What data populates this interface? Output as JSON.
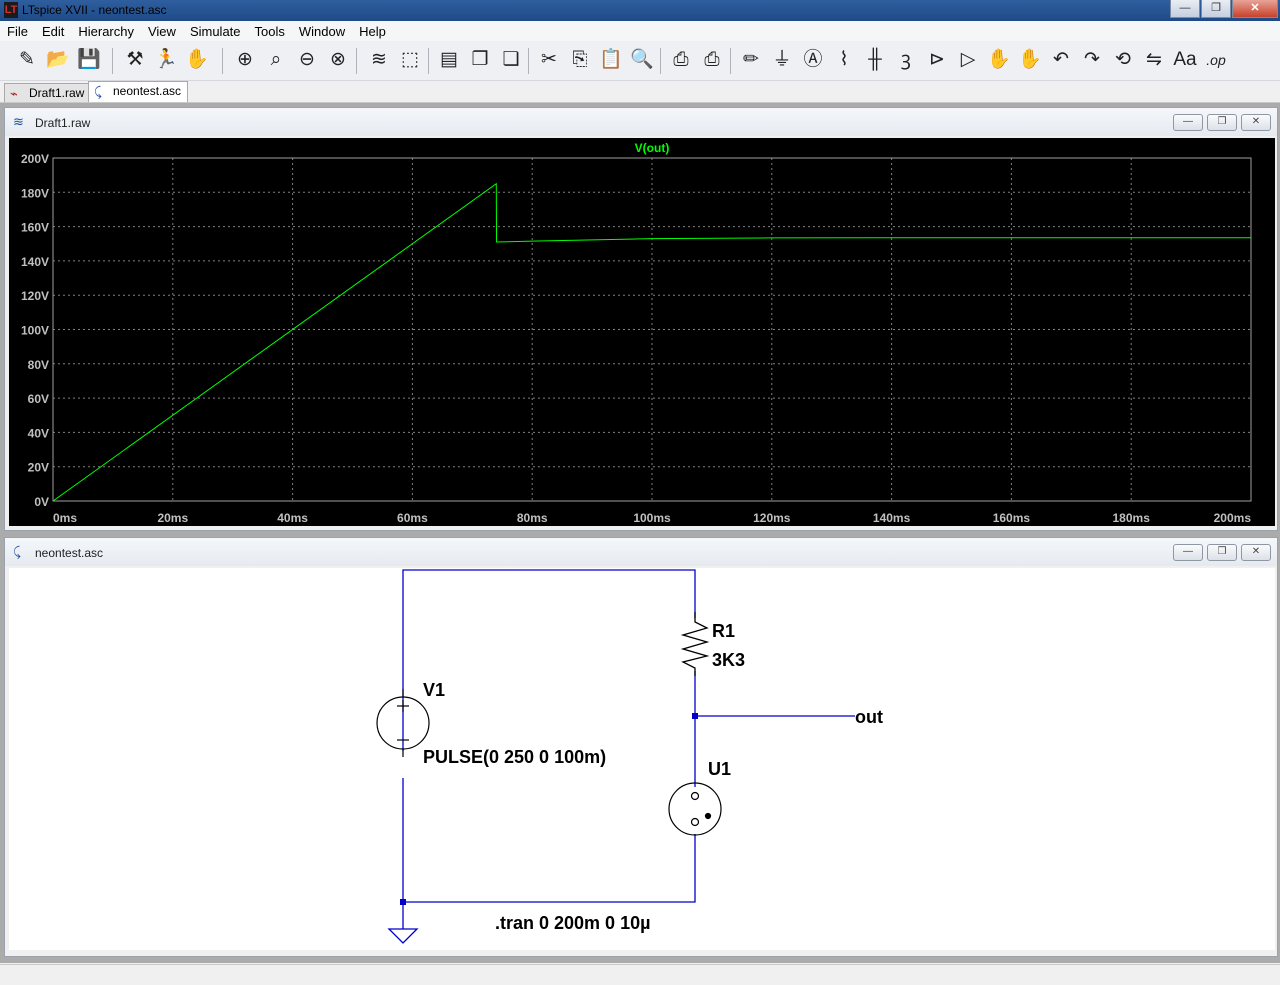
{
  "window": {
    "title": "LTspice XVII - neontest.asc",
    "app_icon": "LT",
    "minimize": "—",
    "restore": "❐",
    "close": "✕"
  },
  "menu": [
    "File",
    "Edit",
    "Hierarchy",
    "View",
    "Simulate",
    "Tools",
    "Window",
    "Help"
  ],
  "toolbar_icons": {
    "g1": [
      "new-schematic-icon",
      "open-icon",
      "save-icon"
    ],
    "g2": [
      "control-panel-icon",
      "run-icon",
      "halt-icon"
    ],
    "g3": [
      "zoom-in-icon",
      "zoom-pan-icon",
      "zoom-out-icon",
      "zoom-fit-icon"
    ],
    "g4": [
      "autorange-icon",
      "view-icon"
    ],
    "g5": [
      "tile-horizontal-icon",
      "cascade-icon",
      "tile-vertical-icon"
    ],
    "g6": [
      "cut-icon",
      "copy-icon",
      "paste-icon",
      "find-icon"
    ],
    "g7": [
      "print-icon",
      "print-setup-icon"
    ],
    "g8": [
      "wire-icon",
      "ground-icon",
      "label-net-icon",
      "resistor-icon",
      "capacitor-icon",
      "inductor-icon",
      "diode-icon",
      "component-icon",
      "move-icon",
      "drag-icon",
      "undo-icon",
      "redo-icon",
      "rotate-icon",
      "mirror-icon",
      "text-icon",
      "spice-directive-icon"
    ]
  },
  "toolbar_glyphs": {
    "g1": [
      "✎",
      "📂",
      "💾"
    ],
    "g2": [
      "⚒",
      "🏃",
      "✋"
    ],
    "g3": [
      "⊕",
      "⌕",
      "⊖",
      "⊗"
    ],
    "g4": [
      "≋",
      "⬚"
    ],
    "g5": [
      "▤",
      "❐",
      "❏"
    ],
    "g6": [
      "✂",
      "⎘",
      "📋",
      "🔍"
    ],
    "g7": [
      "⎙",
      "⎙"
    ],
    "g8": [
      "✏",
      "⏚",
      "Ⓐ",
      "⌇",
      "╫",
      "ꝫ",
      "⊳",
      "▷",
      "✋",
      "✋",
      "↶",
      "↷",
      "⟲",
      "⇋",
      "Aa",
      ".op"
    ]
  },
  "tabs": [
    {
      "label": "Draft1.raw",
      "icon": "waveform-icon"
    },
    {
      "label": "neontest.asc",
      "icon": "schematic-icon"
    }
  ],
  "plot_window": {
    "title": "Draft1.raw",
    "minimize": "—",
    "restore": "❐",
    "close": "✕"
  },
  "schematic_window": {
    "title": "neontest.asc",
    "minimize": "—",
    "restore": "❐",
    "close": "✕"
  },
  "colors": {
    "trace": "#00ff00",
    "grid": "#808080",
    "plot_bg": "#000000",
    "axis_text": "#c0c0c0",
    "wire": "#0000c8",
    "component": "#000000",
    "junction": "#0000c8"
  },
  "chart_data": {
    "type": "line",
    "series": [
      {
        "name": "V(out)",
        "x": [
          0,
          74,
          74.05,
          80,
          100,
          120,
          140,
          160,
          180,
          200
        ],
        "y": [
          0,
          185,
          151,
          151.5,
          153,
          153.4,
          153.5,
          153.5,
          153.5,
          153.5
        ]
      }
    ],
    "xlim": [
      0,
      200
    ],
    "ylim": [
      0,
      200
    ],
    "x_ticks": [
      0,
      20,
      40,
      60,
      80,
      100,
      120,
      140,
      160,
      180,
      200
    ],
    "y_ticks": [
      0,
      20,
      40,
      60,
      80,
      100,
      120,
      140,
      160,
      180,
      200
    ],
    "x_tick_labels": [
      "0ms",
      "20ms",
      "40ms",
      "60ms",
      "80ms",
      "100ms",
      "120ms",
      "140ms",
      "160ms",
      "180ms",
      "200ms"
    ],
    "y_tick_labels": [
      "0V",
      "20V",
      "40V",
      "60V",
      "80V",
      "100V",
      "120V",
      "140V",
      "160V",
      "180V",
      "200V"
    ],
    "grid": true
  },
  "schematic": {
    "v1_name": "V1",
    "v1_value": "PULSE(0 250 0 100m)",
    "r1_name": "R1",
    "r1_value": "3K3",
    "u1_name": "U1",
    "net_label": "out",
    "directive": ".tran 0 200m 0 10µ"
  }
}
